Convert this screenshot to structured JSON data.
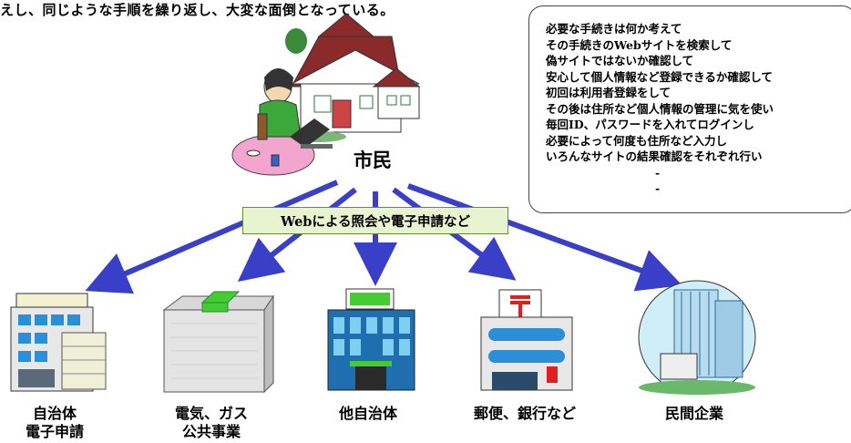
{
  "header": {
    "top_text": "えし、同じような手順を繰り返し、大変な面倒となっている。"
  },
  "note": {
    "lines": [
      "必要な手続きは何か考えて",
      "その手続きのWebサイトを検索して",
      "偽サイトではないか確認して",
      "安心して個人情報など登録できるか確認して",
      "初回は利用者登録をして",
      "その後は住所など個人情報の管理に気を使い",
      "毎回ID、パスワードを入れてログインし",
      "必要によって何度も住所など入力し",
      "いろんなサイトの結果確認をそれぞれ行い"
    ],
    "dashes": [
      "-",
      "-"
    ]
  },
  "citizen": {
    "label": "市民"
  },
  "web_box": {
    "label": "Webによる照会や電子申請など"
  },
  "orgs": [
    {
      "line1": "自治体",
      "line2": "電子申請"
    },
    {
      "line1": "電気、ガス",
      "line2": "公共事業"
    },
    {
      "line1": "他自治体",
      "line2": ""
    },
    {
      "line1": "郵便、銀行など",
      "line2": ""
    },
    {
      "line1": "民間企業",
      "line2": ""
    }
  ],
  "colors": {
    "arrow": "#3a3fc8",
    "house_wall": "#ffffff",
    "house_roof": "#8b2a2a",
    "desk": "#f2a6cf",
    "building_blue": "#2a8fd6",
    "building_green": "#44cc33",
    "post_red": "#e02020",
    "web_box_fill": "#e8f3d0"
  }
}
